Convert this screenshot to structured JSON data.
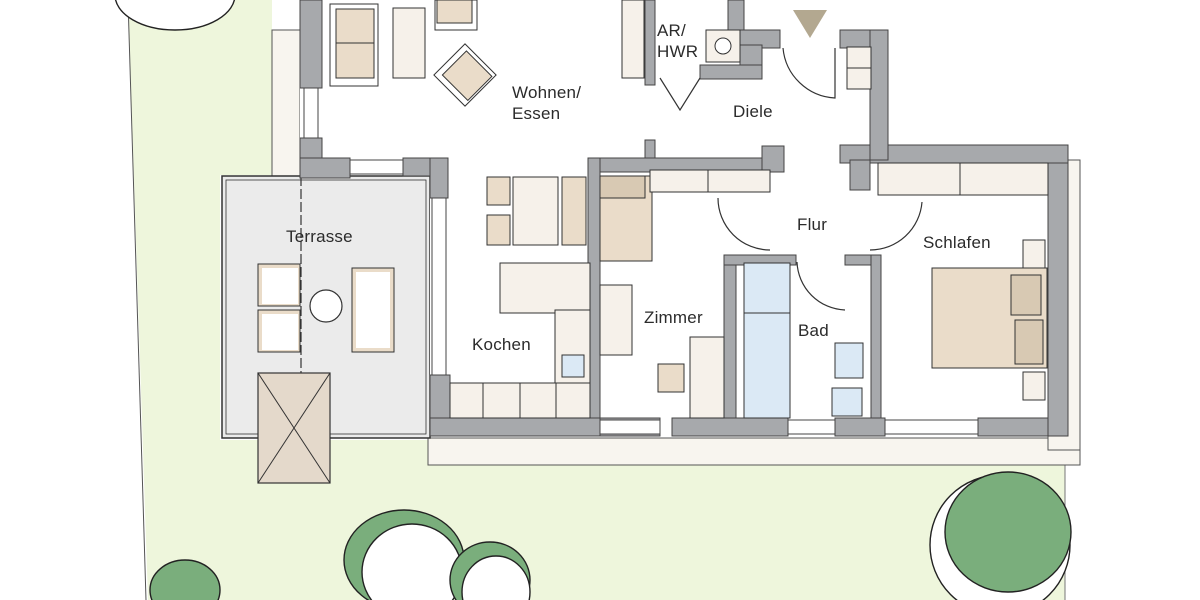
{
  "plan": {
    "colors": {
      "wall": "#a7a9ac",
      "garden": "#eef6dc",
      "terrace": "#ebebeb",
      "paving": "#f8f5ef",
      "furniture": "#eadcc9",
      "furniture_light": "#f6f1ea",
      "water": "#dbe9f5",
      "tree": "#7aae7c",
      "entry_marker": "#b3a890"
    },
    "rooms": [
      {
        "id": "wohnen",
        "label": "Wohnen/\nEssen"
      },
      {
        "id": "ar_hwr",
        "label": "AR/\nHWR"
      },
      {
        "id": "diele",
        "label": "Diele"
      },
      {
        "id": "terrasse",
        "label": "Terrasse"
      },
      {
        "id": "flur",
        "label": "Flur"
      },
      {
        "id": "schlafen",
        "label": "Schlafen"
      },
      {
        "id": "zimmer",
        "label": "Zimmer"
      },
      {
        "id": "bad",
        "label": "Bad"
      },
      {
        "id": "kochen",
        "label": "Kochen"
      }
    ]
  }
}
